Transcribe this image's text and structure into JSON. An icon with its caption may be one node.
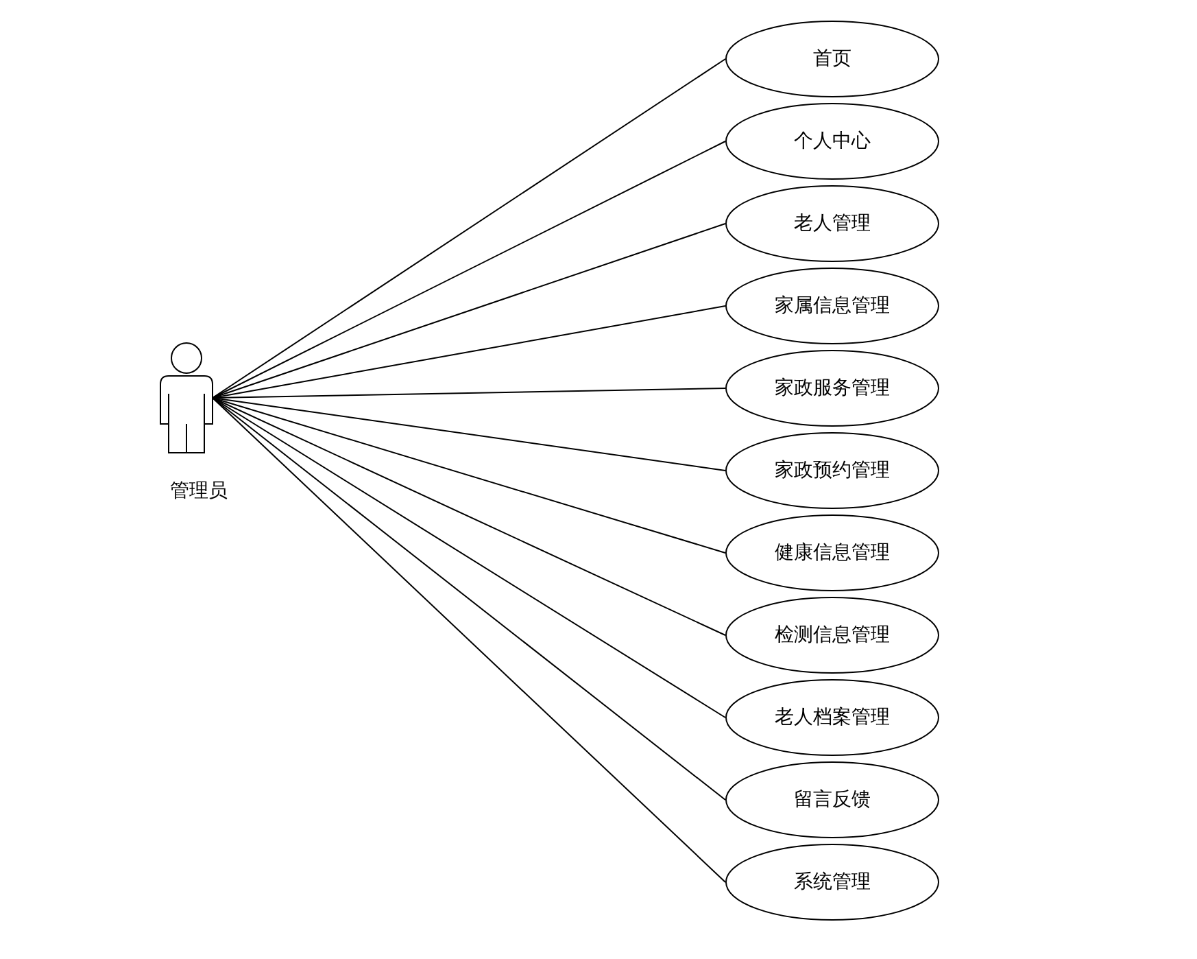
{
  "diagram": {
    "nodes": [
      {
        "text": [
          "管理员"
        ]
      },
      {
        "text": [
          "首页"
        ]
      },
      {
        "text": [
          "个人中心"
        ]
      },
      {
        "text": [
          "老人管理"
        ]
      },
      {
        "text": [
          "家属信息管理"
        ]
      },
      {
        "text": [
          "家政服务管理"
        ]
      },
      {
        "text": [
          "家政预约管理"
        ]
      },
      {
        "text": [
          "健康信息管理"
        ]
      },
      {
        "text": [
          "检测信息管理"
        ]
      },
      {
        "text": [
          "老人档案管理"
        ]
      },
      {
        "text": [
          "留言反馈"
        ]
      },
      {
        "text": [
          "系统管理"
        ]
      }
    ],
    "edges": [
      {
        "from": 0,
        "to": 1,
        "arrow": "none"
      },
      {
        "from": 0,
        "to": 2,
        "arrow": "none"
      },
      {
        "from": 0,
        "to": 3,
        "arrow": "none"
      },
      {
        "from": 0,
        "to": 4,
        "arrow": "none"
      },
      {
        "from": 0,
        "to": 5,
        "arrow": "none"
      },
      {
        "from": 0,
        "to": 6,
        "arrow": "none"
      },
      {
        "from": 0,
        "to": 7,
        "arrow": "none"
      },
      {
        "from": 0,
        "to": 8,
        "arrow": "none"
      },
      {
        "from": 0,
        "to": 9,
        "arrow": "none"
      },
      {
        "from": 0,
        "to": 10,
        "arrow": "none"
      },
      {
        "from": 0,
        "to": 11,
        "arrow": "none"
      }
    ]
  }
}
